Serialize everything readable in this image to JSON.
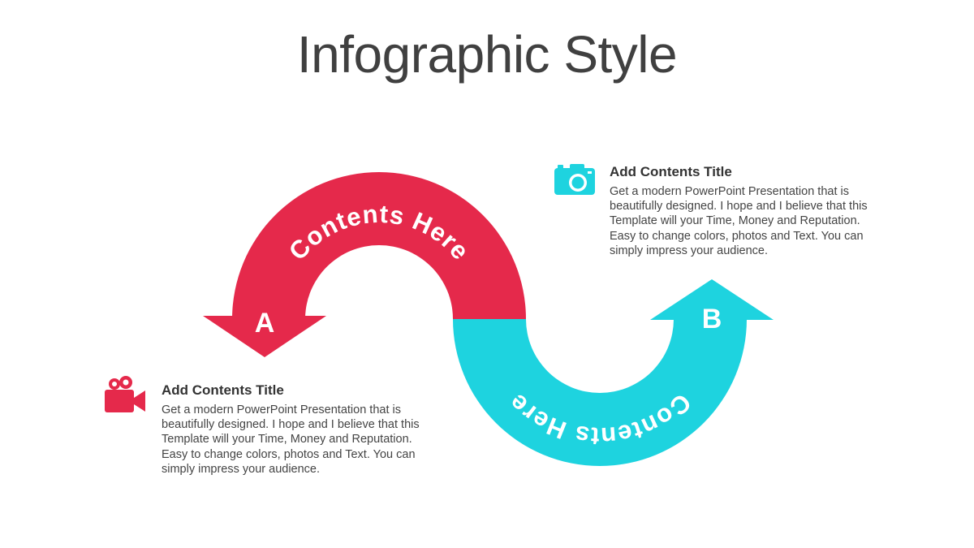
{
  "title": "Infographic Style",
  "colors": {
    "red": "#E5294B",
    "cyan": "#1ED3DF",
    "text": "#404040"
  },
  "arrows": {
    "a": {
      "letter": "A",
      "label": "Contents Here",
      "color": "#E5294B"
    },
    "b": {
      "letter": "B",
      "label": "Contents Here",
      "color": "#1ED3DF"
    }
  },
  "block_a": {
    "icon": "video-camera-icon",
    "heading": "Add Contents Title",
    "text": "Get a modern PowerPoint  Presentation that is beautifully designed. I hope and I believe that this Template will your Time, Money and Reputation. Easy to change colors, photos and Text. You can simply impress your audience."
  },
  "block_b": {
    "icon": "camera-icon",
    "heading": "Add Contents Title",
    "text": "Get a modern PowerPoint  Presentation that is beautifully designed. I hope and I believe that this Template will your Time, Money and Reputation. Easy to change colors, photos and Text. You can simply impress your audience."
  }
}
